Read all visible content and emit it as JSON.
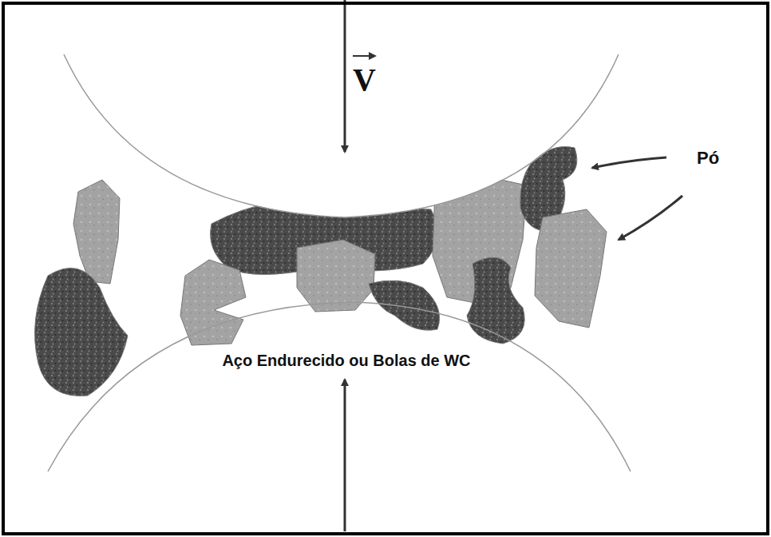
{
  "diagram": {
    "labels": [
      "V",
      "Pó",
      "Aço Endurecido ou Bolas de WC"
    ]
  }
}
